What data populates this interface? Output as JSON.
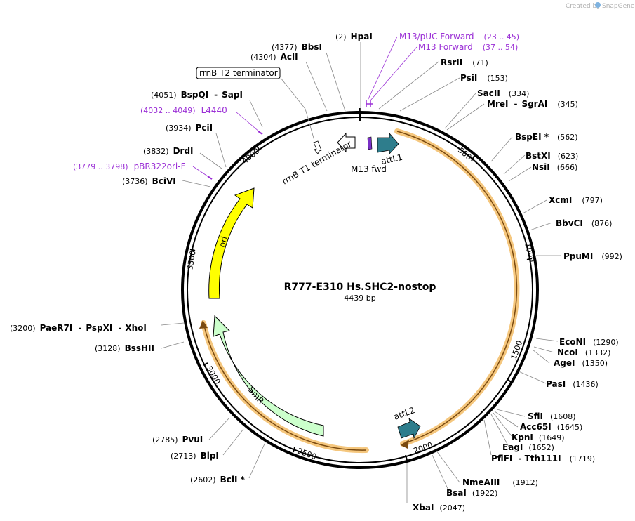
{
  "watermark": {
    "prefix": "Created by",
    "brand": "SnapGene"
  },
  "plasmid": {
    "name": "R777-E310 Hs.SHC2-nostop",
    "size_label": "4439 bp"
  },
  "ticks": [
    {
      "label": "500"
    },
    {
      "label": "1000"
    },
    {
      "label": "1500"
    },
    {
      "label": "2000"
    },
    {
      "label": "2500"
    },
    {
      "label": "3000"
    },
    {
      "label": "3500"
    },
    {
      "label": "4000"
    }
  ],
  "features": {
    "attL1": "attL1",
    "m13fwd": "M13 fwd",
    "rrnbT1": "rrnB T1 terminator",
    "rrnbT2": "rrnB T2 terminator",
    "ori": "ori",
    "smr": "SmR",
    "attL2": "attL2"
  },
  "sites": [
    {
      "pos": "(2)",
      "name": "HpaI"
    },
    {
      "pos": "(4377)",
      "name": "BbsI"
    },
    {
      "pos": "(4304)",
      "name": "AclI"
    },
    {
      "pos": "(4051)",
      "name": "BspQI",
      "sep": "-",
      "name2": "SapI"
    },
    {
      "pos": "(3934)",
      "name": "PciI"
    },
    {
      "pos": "(3832)",
      "name": "DrdI"
    },
    {
      "pos": "(3736)",
      "name": "BciVI"
    },
    {
      "pos": "(3200)",
      "name": "PaeR7I",
      "sep": "-",
      "name2": "PspXI",
      "sep2": "-",
      "name3": "XhoI"
    },
    {
      "pos": "(3128)",
      "name": "BssHII"
    },
    {
      "pos": "(2785)",
      "name": "PvuI"
    },
    {
      "pos": "(2713)",
      "name": "BlpI"
    },
    {
      "pos": "(2602)",
      "name": "BclI *"
    },
    {
      "pos": "(2047)",
      "name": "XbaI"
    },
    {
      "pos": "(1922)",
      "name": "BsaI"
    },
    {
      "pos": "(1912)",
      "name": "NmeAIII"
    },
    {
      "pos": "(1719)",
      "name": "PflFI",
      "sep": "-",
      "name2": "Tth111I"
    },
    {
      "pos": "(1652)",
      "name": "EagI"
    },
    {
      "pos": "(1649)",
      "name": "KpnI"
    },
    {
      "pos": "(1645)",
      "name": "Acc65I"
    },
    {
      "pos": "(1608)",
      "name": "SfiI"
    },
    {
      "pos": "(1436)",
      "name": "PasI"
    },
    {
      "pos": "(1350)",
      "name": "AgeI"
    },
    {
      "pos": "(1332)",
      "name": "NcoI"
    },
    {
      "pos": "(1290)",
      "name": "EcoNI"
    },
    {
      "pos": "(992)",
      "name": "PpuMI"
    },
    {
      "pos": "(876)",
      "name": "BbvCI"
    },
    {
      "pos": "(797)",
      "name": "XcmI"
    },
    {
      "pos": "(666)",
      "name": "NsiI"
    },
    {
      "pos": "(623)",
      "name": "BstXI"
    },
    {
      "pos": "(562)",
      "name": "BspEI *"
    },
    {
      "pos": "(345)",
      "name": "MreI",
      "sep": "-",
      "name2": "SgrAI"
    },
    {
      "pos": "(334)",
      "name": "SacII"
    },
    {
      "pos": "(153)",
      "name": "PsiI"
    },
    {
      "pos": "(71)",
      "name": "RsrII"
    }
  ],
  "primers": [
    {
      "name": "M13/pUC Forward",
      "range": "(23 .. 45)"
    },
    {
      "name": "M13 Forward",
      "range": "(37 .. 54)"
    },
    {
      "name": "L4440",
      "range": "(4032 .. 4049)"
    },
    {
      "name": "pBR322ori-F",
      "range": "(3779 .. 3798)"
    }
  ],
  "colors": {
    "backbone": "#000000",
    "orf_highlight": "#f5c77e",
    "orf_line": "#7a4a10",
    "ori": "#ffff00",
    "smr": "#ccffcc",
    "attL": "#2e7d8c",
    "m13fwd": "#7a2fc7",
    "primer": "#9b30d6"
  }
}
